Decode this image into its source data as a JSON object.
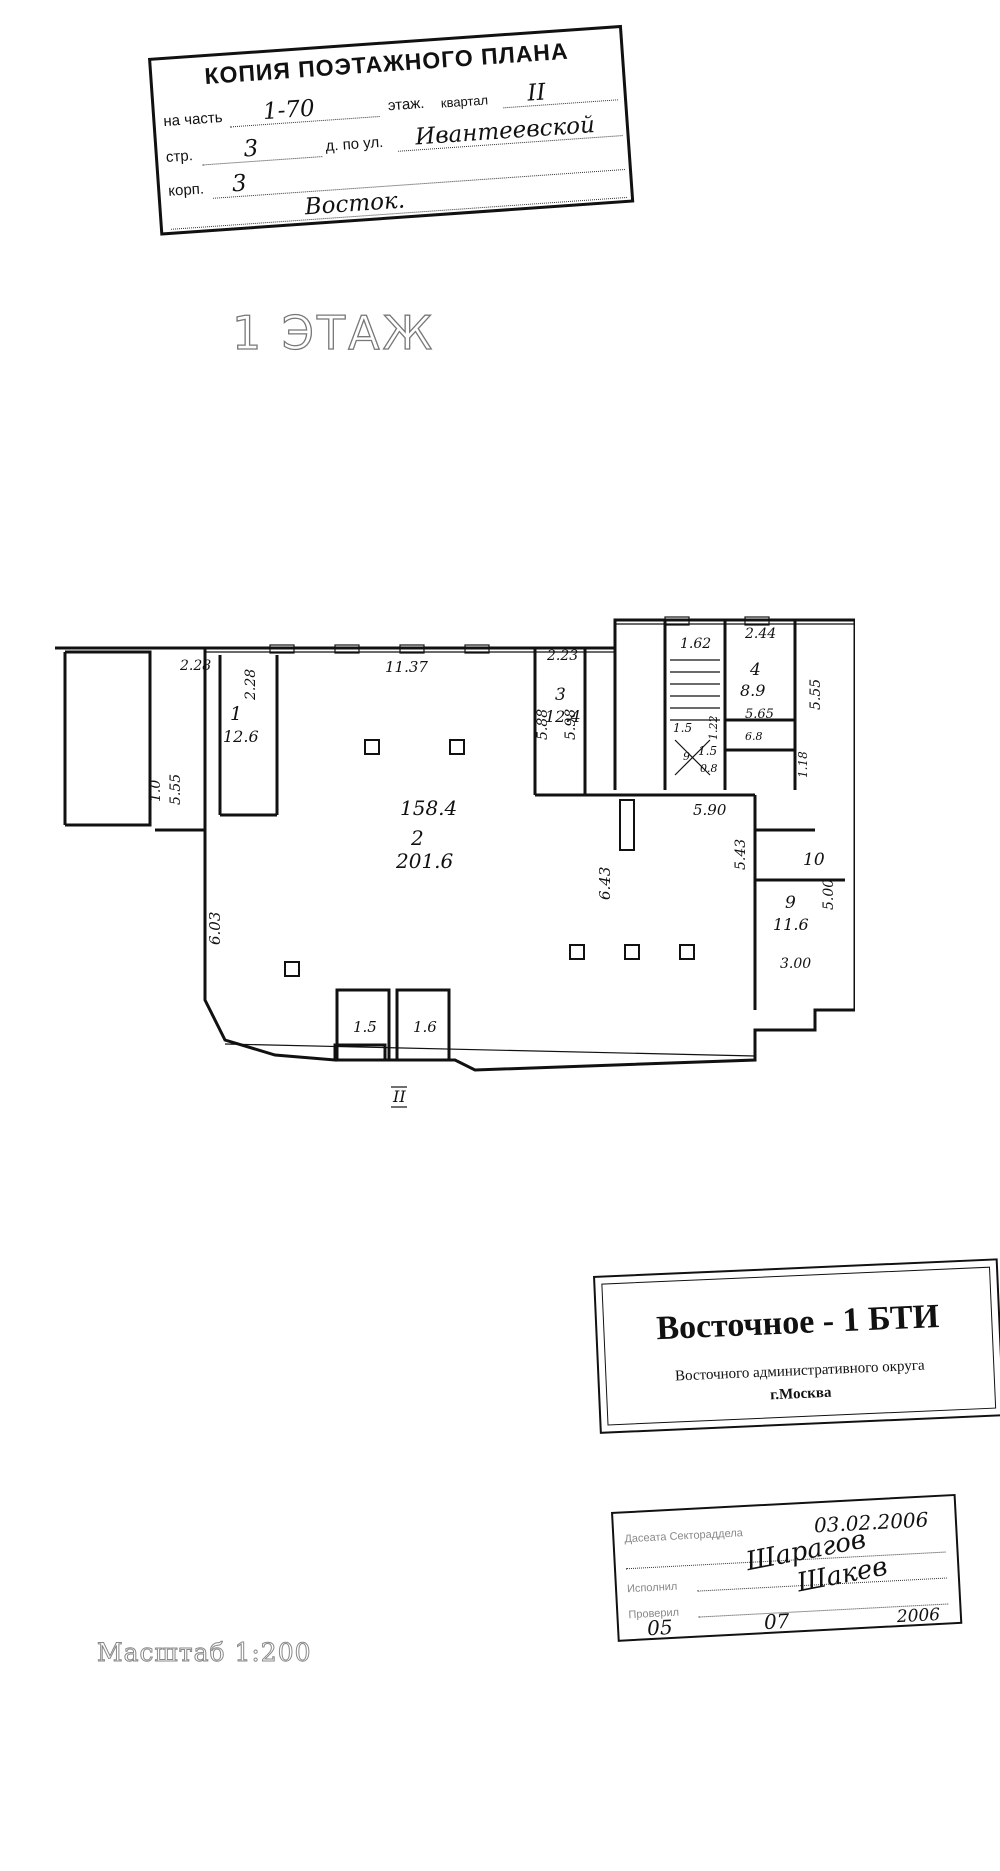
{
  "header_stamp": {
    "title": "КОПИЯ ПОЭТАЖНОГО ПЛАНА",
    "row1": {
      "label_part": "на часть",
      "part_value": "1-70",
      "label_floor": "этаж.",
      "label_kvart": "квартал",
      "kvart_value": "II"
    },
    "row2": {
      "label_str": "стр.",
      "str_value": "3",
      "label_house": "д. по ул.",
      "street_value": "Ивантеевской"
    },
    "row3": {
      "label_korp": "корп.",
      "korp_value": "3"
    },
    "row4": {
      "value": "Восток."
    }
  },
  "floor_heading": "1 ЭТАЖ",
  "plan": {
    "rooms": [
      {
        "number": "1",
        "area": "12.6"
      },
      {
        "number": "2",
        "area": "201.6",
        "subarea": "158.4"
      },
      {
        "number": "3",
        "area": "12.4"
      },
      {
        "number": "4",
        "area": "8.9"
      },
      {
        "number": "9",
        "area": "11.6"
      },
      {
        "number": "10",
        "area": ""
      }
    ],
    "dims": {
      "r1_top": "2.28",
      "r1_side": "2.28",
      "r1_left": "5.55",
      "r1_left2": "1.0",
      "hall_top": "11.37",
      "hall_left": "6.03",
      "hall_mid": "6.43",
      "r3_top": "2.23",
      "r3_side_a": "5.88",
      "r3_side_b": "5.98",
      "stair_top": "1.62",
      "stair_small_a": "1.5",
      "stair_small_b": "1.22",
      "r4_top": "2.44",
      "r4_side": "5.55",
      "r5_top": "5.65",
      "r5_area": "6.8",
      "r6_side": "1.18",
      "corr": "5.90",
      "r9_side_a": "5.43",
      "r9_side_b": "5.00",
      "r9_bottom": "3.00",
      "vest_a": "1.5",
      "vest_b": "1.6",
      "small_a": "1.5",
      "small_b": "0.8",
      "small_c": "9"
    },
    "entrance_mark": "II"
  },
  "bti_stamp": {
    "title": "Восточное - 1  БТИ",
    "subtitle": "Восточного административного округа",
    "city": "г.Москва"
  },
  "sign_stamp": {
    "row1_label": "Дасеата Сектораддела",
    "date": "03.02.2006",
    "row1_sig": "Шарагов",
    "row2_label": "Исполнил",
    "row2_sig": "Шакев",
    "row3_label": "Проверил",
    "day": "05",
    "month": "07",
    "year": "2006"
  },
  "scale_label": "Масштаб 1:200"
}
